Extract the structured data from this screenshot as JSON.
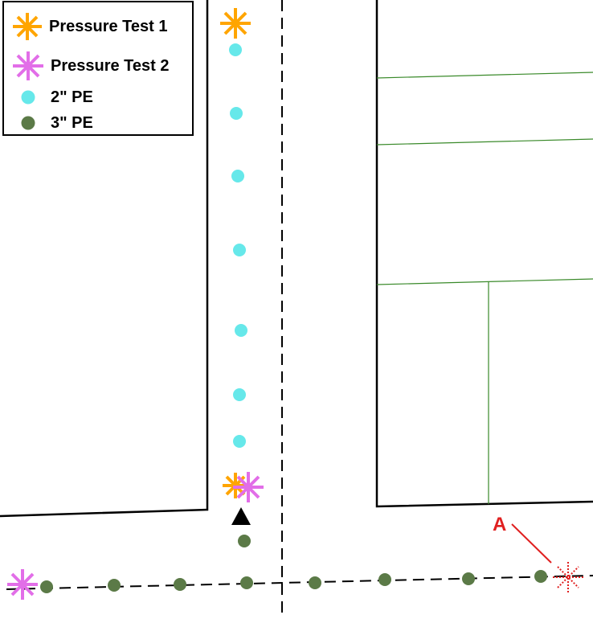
{
  "legend": {
    "items": [
      {
        "label": "Pressure Test 1",
        "symbol": "asterisk-icon",
        "color": "#ffa500"
      },
      {
        "label": "Pressure Test 2",
        "symbol": "asterisk-icon",
        "color": "#e26ee8"
      },
      {
        "label": "2\" PE",
        "symbol": "circle-icon",
        "color": "#66e8ea"
      },
      {
        "label": "3\" PE",
        "symbol": "circle-icon",
        "color": "#5b7a47"
      }
    ]
  },
  "callout": {
    "label": "A",
    "color": "#e02020"
  },
  "colors": {
    "parcel_line": "#000000",
    "lot_line": "#3a8a2a",
    "main_line": "#000000",
    "pe2": "#66e8ea",
    "pe3": "#5b7a47",
    "test1": "#ffa500",
    "test2": "#e26ee8",
    "valve": "#000000"
  }
}
